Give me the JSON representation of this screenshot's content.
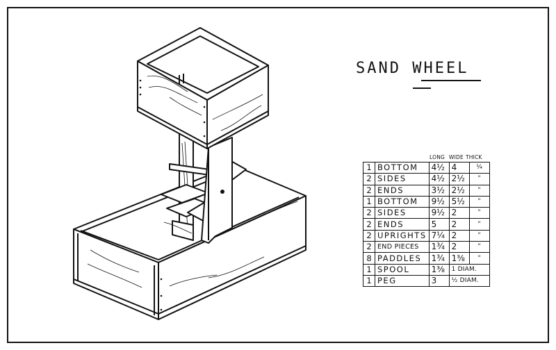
{
  "title": "SAND WHEEL",
  "headers": {
    "long": "LONG",
    "wide": "WIDE",
    "thick": "THICK"
  },
  "rows": [
    {
      "qty": "1",
      "part": "BOTTOM",
      "long": "4½",
      "wide": "4",
      "thick": "¼"
    },
    {
      "qty": "2",
      "part": "SIDES",
      "long": "4½",
      "wide": "2½",
      "thick": "\""
    },
    {
      "qty": "2",
      "part": "ENDS",
      "long": "3½",
      "wide": "2½",
      "thick": "\""
    },
    {
      "qty": "1",
      "part": "BOTTOM",
      "long": "9½",
      "wide": "5½",
      "thick": "\""
    },
    {
      "qty": "2",
      "part": "SIDES",
      "long": "9½",
      "wide": "2",
      "thick": "\""
    },
    {
      "qty": "2",
      "part": "ENDS",
      "long": "5",
      "wide": "2",
      "thick": "\""
    },
    {
      "qty": "2",
      "part": "UPRIGHTS",
      "long": "7¼",
      "wide": "2",
      "thick": "\""
    },
    {
      "qty": "2",
      "part": "END PIECES",
      "long": "1¾",
      "wide": "2",
      "thick": "\""
    },
    {
      "qty": "8",
      "part": "PADDLES",
      "long": "1¾",
      "wide": "1⅜",
      "thick": "\""
    },
    {
      "qty": "1",
      "part": "SPOOL",
      "long": "1⅜",
      "wide": "1 DIAM.",
      "thick": ""
    },
    {
      "qty": "1",
      "part": "PEG",
      "long": "3",
      "wide": "½ DIAM.",
      "thick": ""
    }
  ]
}
